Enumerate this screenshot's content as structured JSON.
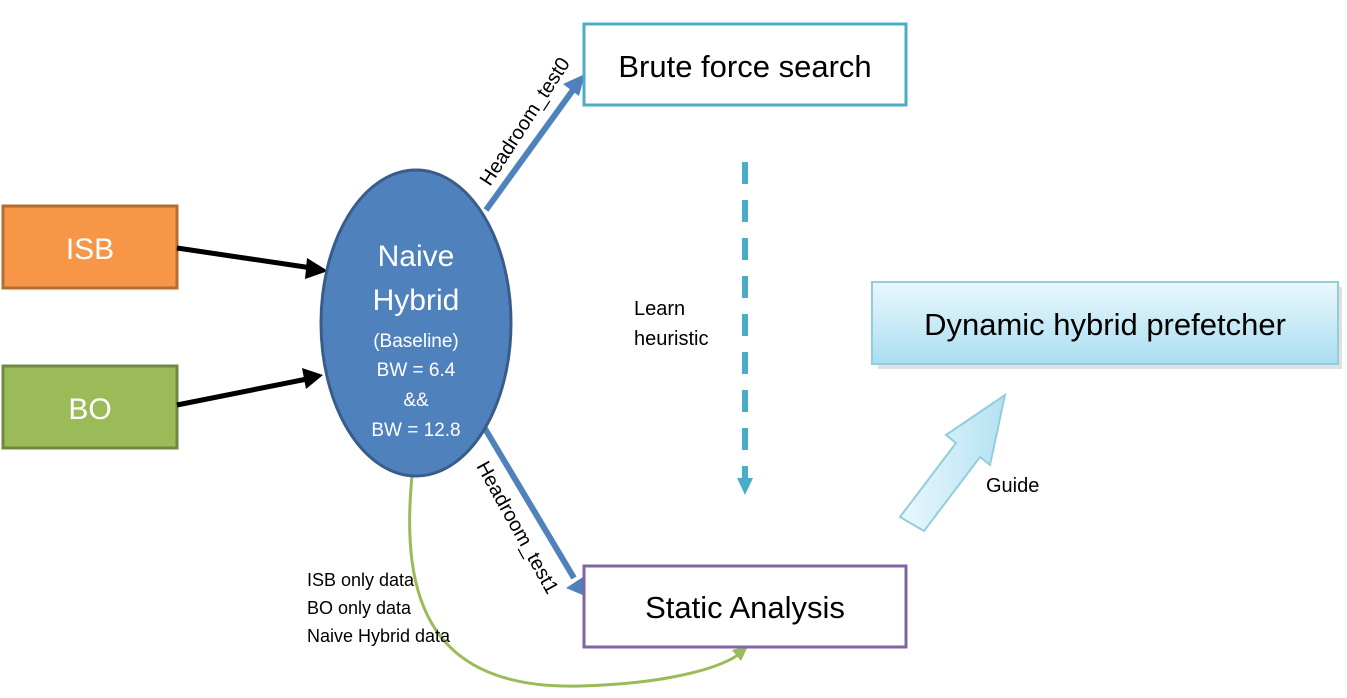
{
  "nodes": {
    "isb": {
      "label": "ISB"
    },
    "bo": {
      "label": "BO"
    },
    "naive_hybrid": {
      "title_line1": "Naive",
      "title_line2": "Hybrid",
      "lines": [
        "(Baseline)",
        "BW = 6.4",
        "&&",
        "BW = 12.8"
      ]
    },
    "brute_force": {
      "label": "Brute force search"
    },
    "static_analysis": {
      "label": "Static Analysis"
    },
    "dynamic_hybrid": {
      "label": "Dynamic hybrid prefetcher"
    }
  },
  "edges": {
    "headroom_test0": {
      "label": "Headroom_test0"
    },
    "headroom_test1": {
      "label": "Headroom_test1"
    },
    "learn_heuristic": {
      "line1": "Learn",
      "line2": "heuristic"
    },
    "guide": {
      "label": "Guide"
    },
    "data_feed": {
      "lines": [
        "ISB only data",
        "BO only data",
        "Naive Hybrid data"
      ]
    }
  },
  "colors": {
    "isb_fill": "#f79646",
    "isb_stroke": "#b66d31",
    "bo_fill": "#9bbb59",
    "bo_stroke": "#71893f",
    "ellipse_fill": "#4f81bd",
    "ellipse_stroke": "#385d8a",
    "arrow_blue": "#4f81bd",
    "brute_stroke": "#4bacc6",
    "static_stroke": "#8064a2",
    "dynamic_fill_top": "#eaf7fc",
    "dynamic_fill_bottom": "#a9def1",
    "dynamic_stroke": "#93cddd",
    "dashed_teal": "#4bacc6",
    "green_curve": "#9bbb59"
  }
}
